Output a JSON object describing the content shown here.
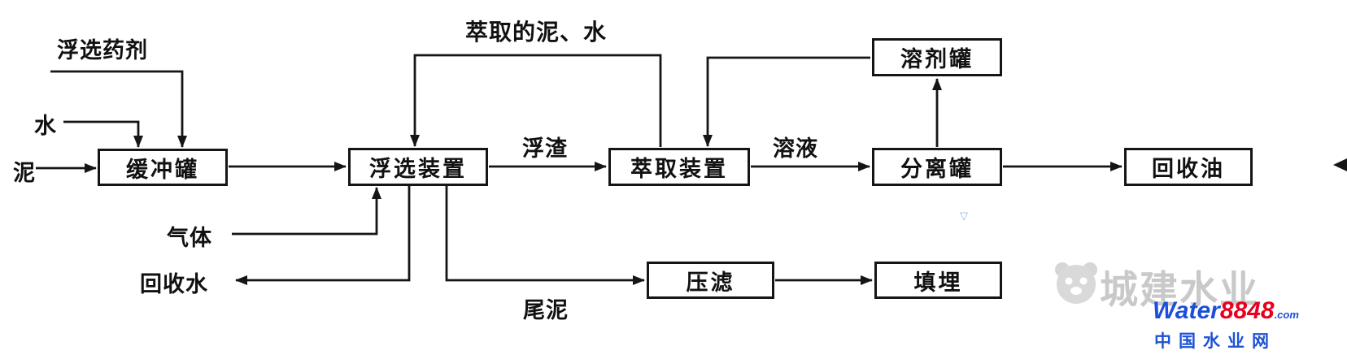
{
  "diagram": {
    "boxes": {
      "buffer_tank": "缓冲罐",
      "flotation_unit": "浮选装置",
      "extraction_unit": "萃取装置",
      "separation_tank": "分离罐",
      "recovered_oil": "回收油",
      "solvent_tank": "溶剂罐",
      "filter_press": "压滤",
      "landfill": "填埋"
    },
    "labels": {
      "flotation_agent": "浮选药剂",
      "water": "水",
      "sludge": "泥",
      "extracted_sludge_water": "萃取的泥、水",
      "scum": "浮渣",
      "solution": "溶液",
      "gas": "气体",
      "recovered_water": "回收水",
      "tail_sludge": "尾泥"
    },
    "line_color": "#151515"
  },
  "watermark": {
    "brand": "城建水业",
    "site_word": "Water",
    "site_number": "8848",
    "site_suffix": ".com",
    "site_cn": "中国水业网",
    "stray_mark": "▽",
    "colors": {
      "blue": "#1b4fd9",
      "red": "#e8001f",
      "gray": "#c9c9c9"
    }
  }
}
